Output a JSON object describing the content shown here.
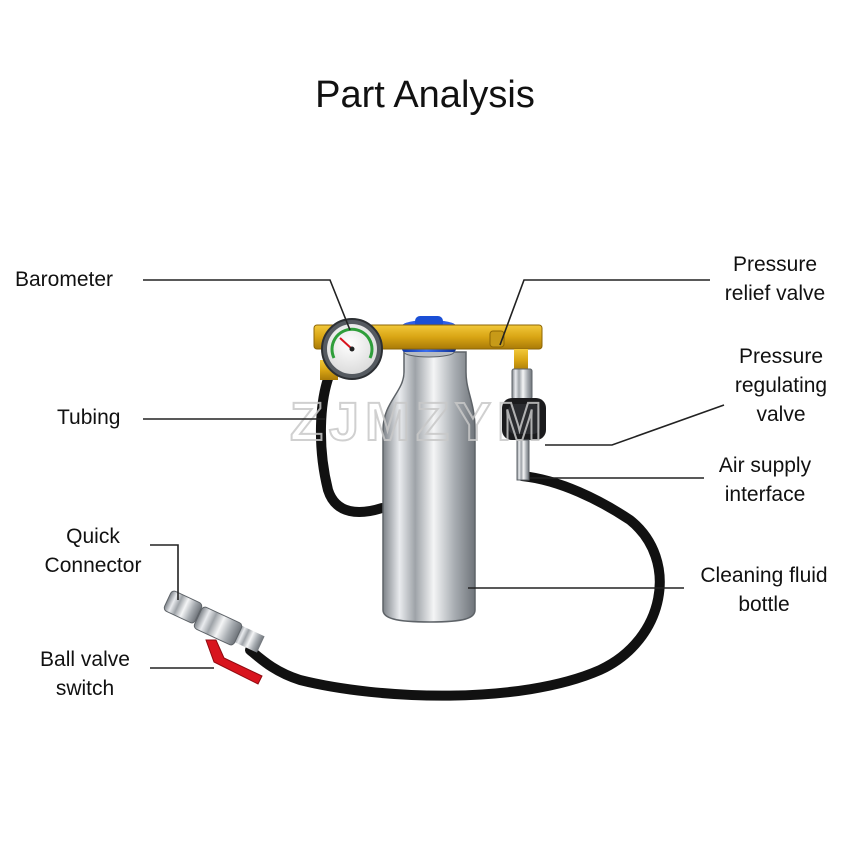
{
  "title": "Part Analysis",
  "watermark": "ZJMZYM",
  "labels": {
    "barometer": [
      "Barometer"
    ],
    "tubing": [
      "Tubing"
    ],
    "quick_connector": [
      "Quick",
      "Connector"
    ],
    "ball_valve": [
      "Ball valve",
      "switch"
    ],
    "pressure_relief": [
      "Pressure",
      "relief valve"
    ],
    "pressure_regulating": [
      "Pressure",
      "regulating",
      "valve"
    ],
    "air_supply": [
      "Air supply",
      "interface"
    ],
    "cleaning_bottle": [
      "Cleaning fluid",
      "bottle"
    ]
  },
  "colors": {
    "brass": "#d9a514",
    "cap_blue": "#1b4fd6",
    "hose": "#111111",
    "steel": "#c9ccd0",
    "valve_red": "#d8141e",
    "leader": "#222222"
  }
}
